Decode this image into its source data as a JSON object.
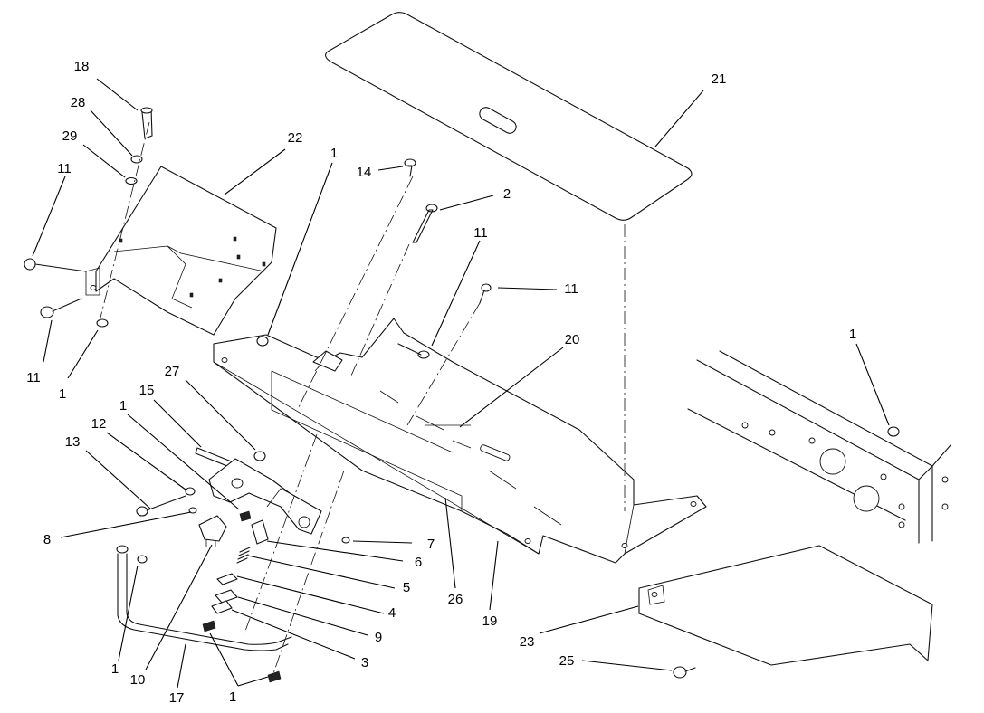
{
  "callouts": {
    "c18": "18",
    "c28": "28",
    "c29": "29",
    "c11a": "11",
    "c11b": "11",
    "c1a": "1",
    "c22": "22",
    "c1b": "1",
    "c14": "14",
    "c2": "2",
    "c11c": "11",
    "c11d": "11",
    "c21": "21",
    "c20": "20",
    "c1c": "1",
    "c27": "27",
    "c15": "15",
    "c1d": "1",
    "c12": "12",
    "c13": "13",
    "c8": "8",
    "c7": "7",
    "c6": "6",
    "c5": "5",
    "c4": "4",
    "c9": "9",
    "c3": "3",
    "c26": "26",
    "c19": "19",
    "c23": "23",
    "c25": "25",
    "c1e": "1",
    "c10": "10",
    "c17": "17",
    "c1f": "1"
  }
}
